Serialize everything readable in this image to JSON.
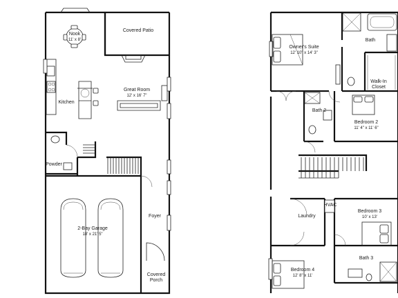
{
  "colors": {
    "wall": "#111111",
    "background": "#ffffff"
  },
  "first_floor": {
    "nook": {
      "name": "Nook",
      "dim": "11' x 8'"
    },
    "covered_patio": {
      "name": "Covered Patio"
    },
    "kitchen": {
      "name": "Kitchen"
    },
    "great_room": {
      "name": "Great Room",
      "dim": "12' x 16' 7\""
    },
    "powder": {
      "name": "Powder"
    },
    "garage": {
      "name": "2-Bay Garage",
      "dim": "18' x 21' 5\""
    },
    "foyer": {
      "name": "Foyer"
    },
    "covered_porch": {
      "name_line1": "Covered",
      "name_line2": "Porch"
    }
  },
  "second_floor": {
    "owners_suite": {
      "name": "Owner's Suite",
      "dim": "12' 10\" x 14' 3\""
    },
    "bath": {
      "name": "Bath"
    },
    "walk_in_closet": {
      "name_line1": "Walk-In",
      "name_line2": "Closet"
    },
    "bath2": {
      "name": "Bath 2"
    },
    "bedroom2": {
      "name": "Bedroom 2",
      "dim": "11' 4\" x 11' 6\""
    },
    "hvac": {
      "name": "HVAC"
    },
    "laundry": {
      "name": "Laundry"
    },
    "bedroom3": {
      "name": "Bedroom 3",
      "dim": "10' x 13'"
    },
    "bath3": {
      "name": "Bath 3"
    },
    "bedroom4": {
      "name": "Bedroom 4",
      "dim": "12' 8\" x 11'"
    }
  }
}
